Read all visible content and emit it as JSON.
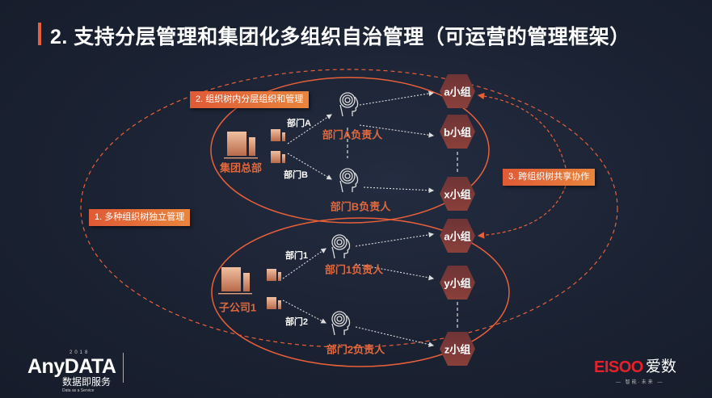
{
  "title": "2. 支持分层管理和集团化多组织自治管理（可运营的管理框架）",
  "labels": {
    "multi_tree": "1. 多种组织树独立管理",
    "hierarchical": "2. 组织树内分层组织和管理",
    "cross_tree": "3. 跨组织树共享协作"
  },
  "tree1": {
    "org": "集团总部",
    "dept_a": "部门A",
    "dept_b": "部门B",
    "lead_a": "部门A负责人",
    "lead_b": "部门B负责人",
    "groups": [
      "a小组",
      "b小组",
      "x小组"
    ]
  },
  "tree2": {
    "org": "子公司1",
    "dept_1": "部门1",
    "dept_2": "部门2",
    "lead_1": "部门1负责人",
    "lead_2": "部门2负责人",
    "groups": [
      "a小组",
      "y小组",
      "z小组"
    ]
  },
  "footer": {
    "anydata": "AnyDATA",
    "year": "2018",
    "anydata_cn": "数据即服务",
    "anydata_en": "Data as a Service",
    "eisoo": "EISOO",
    "eisoo_cn": "爱数",
    "eisoo_slogan": "— 智能·未来 —"
  },
  "colors": {
    "accent": "#e8603a",
    "hex": "#7a3a38",
    "bg": "#1b2233"
  }
}
